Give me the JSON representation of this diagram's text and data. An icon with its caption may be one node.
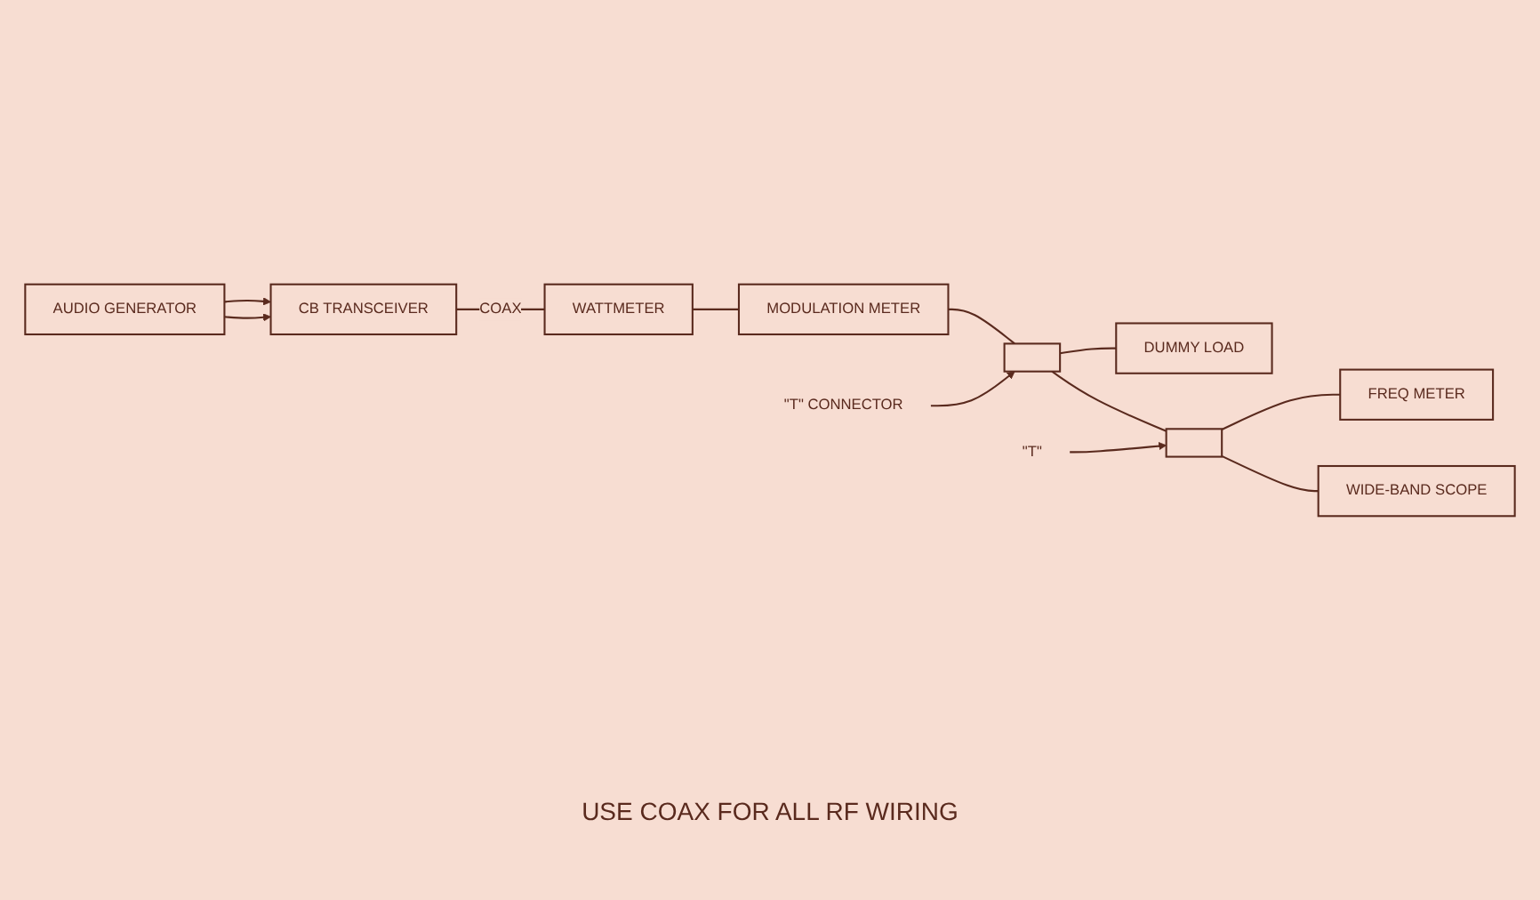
{
  "diagram": {
    "nodes": [
      {
        "text": [
          "CB TRANSCEIVER"
        ]
      },
      {
        "text": [
          "AUDIO GENERATOR"
        ]
      },
      {
        "text": [
          "WATTMETER"
        ]
      },
      {
        "text": [
          "MODULATION METER"
        ]
      },
      {
        "text": [
          "\"T\" CONNECTOR"
        ]
      },
      {
        "text": [],
        "shape": "box"
      },
      {
        "text": [
          "DUMMY LOAD"
        ]
      },
      {
        "text": [
          "\"T\""
        ]
      },
      {
        "text": [],
        "shape": "box"
      },
      {
        "text": [
          "FREQ METER"
        ]
      },
      {
        "text": [
          "WIDE-BAND SCOPE"
        ]
      }
    ],
    "edges": [
      {
        "from": 1,
        "to": 0,
        "arrow": "to"
      },
      {
        "from": 1,
        "to": 0,
        "arrow": "to"
      },
      {
        "from": 0,
        "to": 2,
        "arrow": "none",
        "label": "COAX"
      },
      {
        "from": 2,
        "to": 3,
        "arrow": "none"
      },
      {
        "from": 3,
        "to": 5,
        "arrow": "none"
      },
      {
        "from": 5,
        "to": 6,
        "arrow": "none"
      },
      {
        "from": 4,
        "to": 5,
        "arrow": "to"
      },
      {
        "from": 5,
        "to": 8,
        "arrow": "none"
      },
      {
        "from": 7,
        "to": 8,
        "arrow": "to"
      },
      {
        "from": 8,
        "to": 9,
        "arrow": "none"
      },
      {
        "from": 8,
        "to": 10,
        "arrow": "none"
      }
    ],
    "labels": [
      "USE COAX FOR ALL RF WIRING"
    ]
  }
}
